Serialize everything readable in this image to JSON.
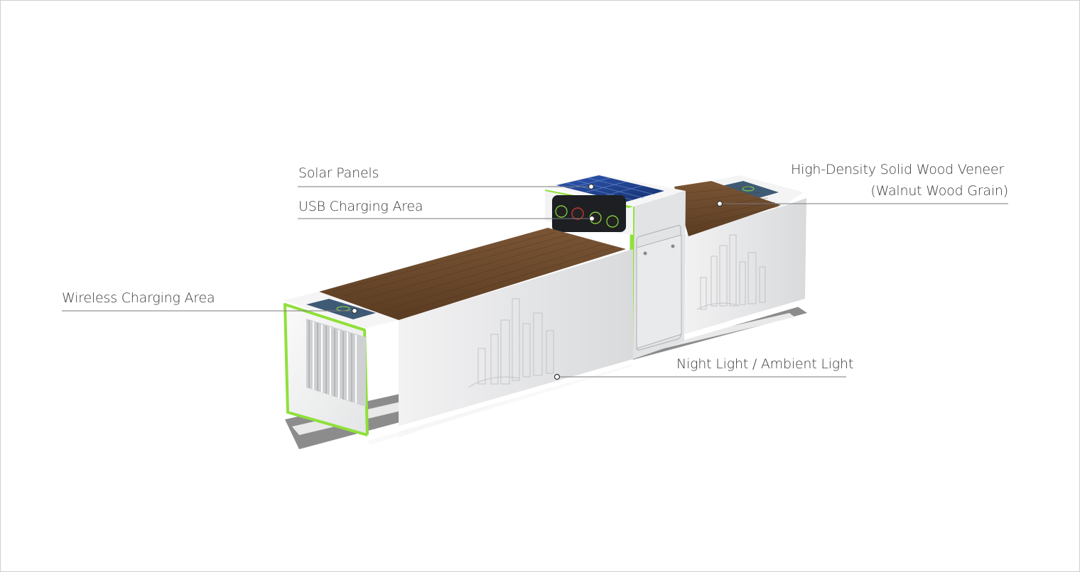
{
  "callouts": {
    "solar_panels": "Solar Panels",
    "usb_charging": "USB Charging Area",
    "wireless_charging": "Wireless Charging Area",
    "wood_veneer_line1": "High-Density Solid Wood Veneer",
    "wood_veneer_line2": "(Walnut Wood Grain)",
    "night_light": "Night Light / Ambient Light"
  },
  "colors": {
    "wood": "#6b4a2e",
    "body": "#e6e7e8",
    "accent_green": "#8fe03a",
    "solar_blue": "#1f3f8f",
    "leader_line": "#7a7a7a"
  }
}
